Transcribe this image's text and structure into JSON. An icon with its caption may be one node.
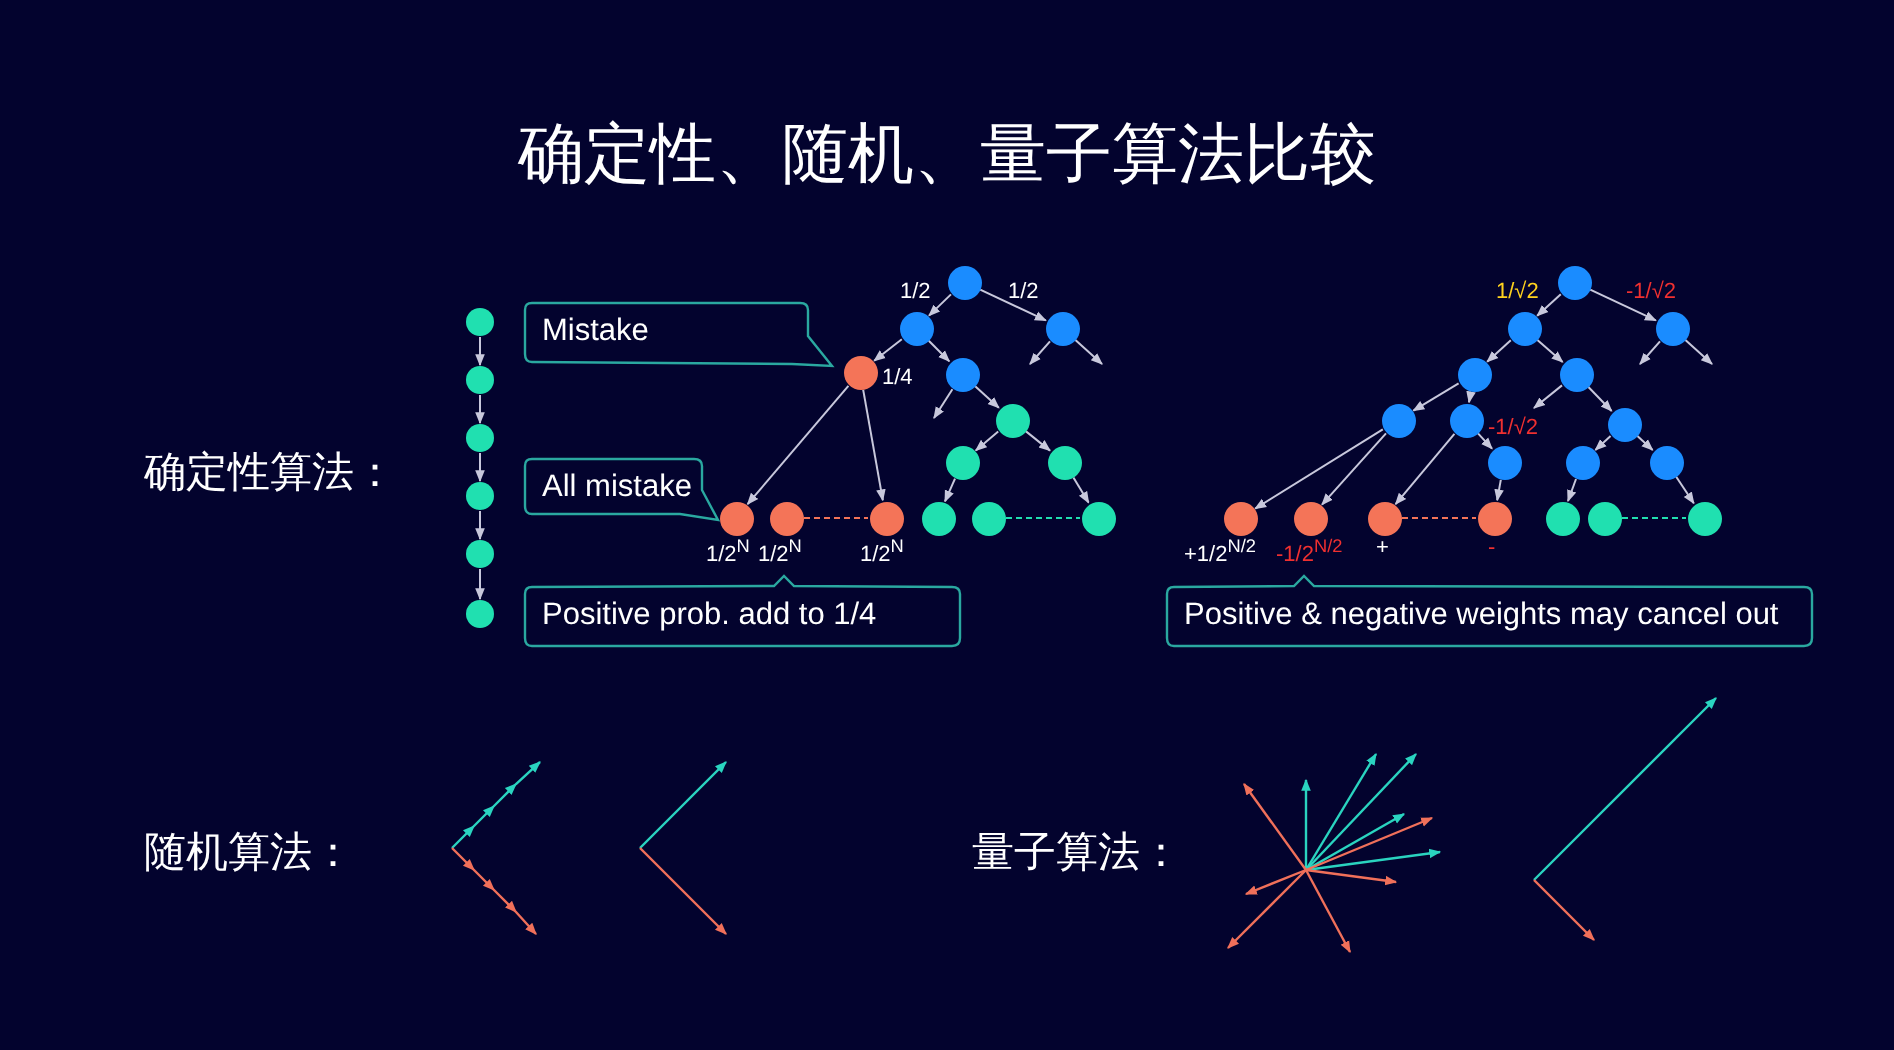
{
  "diagram": {
    "title": "确定性、随机、量子算法比较",
    "nodes": [
      {
        "text": [],
        "shape": "circle"
      },
      {
        "text": [],
        "shape": "circle"
      },
      {
        "text": [],
        "shape": "circle"
      },
      {
        "text": [],
        "shape": "circle"
      },
      {
        "text": [],
        "shape": "circle"
      },
      {
        "text": [],
        "shape": "circle"
      },
      {
        "text": [
          "Mistake"
        ]
      },
      {
        "text": [
          "All mistake"
        ]
      },
      {
        "text": [
          "Positive prob. add to 1/4"
        ]
      },
      {
        "text": [
          "Positive & negative weights may cancel out"
        ]
      },
      {
        "text": [],
        "shape": "circle"
      },
      {
        "text": [],
        "shape": "circle"
      },
      {
        "text": [],
        "shape": "circle"
      },
      {
        "text": [],
        "shape": "circle",
        "beside": [
          "1/4"
        ]
      },
      {
        "text": [],
        "shape": "circle"
      },
      {
        "text": [],
        "shape": "circle"
      },
      {
        "text": [],
        "shape": "circle"
      },
      {
        "text": [],
        "shape": "circle"
      },
      {
        "text": [],
        "shape": "circle",
        "beside": [
          "1/2$^{N}$"
        ]
      },
      {
        "text": [],
        "shape": "circle",
        "beside": [
          "1/2$^{N}$"
        ]
      },
      {
        "text": [],
        "shape": "circle",
        "beside": [
          "1/2$^{N}$"
        ]
      },
      {
        "text": [],
        "shape": "circle"
      },
      {
        "text": [],
        "shape": "circle"
      },
      {
        "text": [],
        "shape": "circle"
      },
      {
        "text": [],
        "shape": "circle"
      },
      {
        "text": [],
        "shape": "circle"
      },
      {
        "text": [],
        "shape": "circle"
      },
      {
        "text": [],
        "shape": "circle"
      },
      {
        "text": [],
        "shape": "circle"
      },
      {
        "text": [],
        "shape": "circle"
      },
      {
        "text": [],
        "shape": "circle"
      },
      {
        "text": [],
        "shape": "circle"
      },
      {
        "text": [],
        "shape": "circle"
      },
      {
        "text": [],
        "shape": "circle"
      },
      {
        "text": [],
        "shape": "circle"
      },
      {
        "text": [],
        "shape": "circle",
        "beside": [
          "+1/2$^{N/2}$"
        ]
      },
      {
        "text": [],
        "shape": "circle",
        "beside": [
          "-1/2$^{N/2}$"
        ]
      },
      {
        "text": [],
        "shape": "circle",
        "beside": [
          "+"
        ]
      },
      {
        "text": [],
        "shape": "circle",
        "beside": [
          "-"
        ]
      },
      {
        "text": [],
        "shape": "circle"
      },
      {
        "text": [],
        "shape": "circle"
      },
      {
        "text": [],
        "shape": "circle"
      }
    ],
    "edges": [
      {
        "from": 0,
        "to": 1,
        "arrow": "to"
      },
      {
        "from": 1,
        "to": 2,
        "arrow": "to"
      },
      {
        "from": 2,
        "to": 3,
        "arrow": "to"
      },
      {
        "from": 3,
        "to": 4,
        "arrow": "to"
      },
      {
        "from": 4,
        "to": 5,
        "arrow": "to"
      },
      {
        "from": 10,
        "to": 11,
        "arrow": "to",
        "label": "1/2"
      },
      {
        "from": 10,
        "to": 12,
        "arrow": "to",
        "label": "1/2"
      },
      {
        "from": 12,
        "to": null,
        "arrow": "to"
      },
      {
        "from": 12,
        "to": null,
        "arrow": "to"
      },
      {
        "from": 11,
        "to": 13,
        "arrow": "to"
      },
      {
        "from": 11,
        "to": 14,
        "arrow": "to"
      },
      {
        "from": 14,
        "to": null,
        "arrow": "to"
      },
      {
        "from": 14,
        "to": 15,
        "arrow": "to"
      },
      {
        "from": 13,
        "to": 18,
        "arrow": "to"
      },
      {
        "from": 13,
        "to": 20,
        "arrow": "to"
      },
      {
        "from": 15,
        "to": 16,
        "arrow": "to"
      },
      {
        "from": 15,
        "to": 17,
        "arrow": "to"
      },
      {
        "from": 16,
        "to": 21,
        "arrow": "to"
      },
      {
        "from": 17,
        "to": 23,
        "arrow": "to"
      },
      {
        "from": 19,
        "to": 20,
        "arrow": "none",
        "style": "dashed",
        "color": "#f47458"
      },
      {
        "from": 22,
        "to": 23,
        "arrow": "none",
        "style": "dashed",
        "color": "#20e0b0"
      },
      {
        "from": 24,
        "to": 25,
        "arrow": "to",
        "label": "1/√2"
      },
      {
        "from": 24,
        "to": 26,
        "arrow": "to",
        "label": "-1/√2"
      },
      {
        "from": 26,
        "to": null,
        "arrow": "to"
      },
      {
        "from": 26,
        "to": null,
        "arrow": "to"
      },
      {
        "from": 25,
        "to": 27,
        "arrow": "to"
      },
      {
        "from": 25,
        "to": 28,
        "arrow": "to"
      },
      {
        "from": 27,
        "to": 29,
        "arrow": "to"
      },
      {
        "from": 27,
        "to": 30,
        "arrow": "to"
      },
      {
        "from": 28,
        "to": null,
        "arrow": "to"
      },
      {
        "from": 28,
        "to": 31,
        "arrow": "to"
      },
      {
        "from": 29,
        "to": 35,
        "arrow": "to"
      },
      {
        "from": 29,
        "to": 36,
        "arrow": "to"
      },
      {
        "from": 30,
        "to": 37,
        "arrow": "to"
      },
      {
        "from": 30,
        "to": 32,
        "arrow": "to",
        "label": "-1/√2"
      },
      {
        "from": 32,
        "to": 38,
        "arrow": "to"
      },
      {
        "from": 31,
        "to": 33,
        "arrow": "to"
      },
      {
        "from": 31,
        "to": 34,
        "arrow": "to"
      },
      {
        "from": 33,
        "to": 39,
        "arrow": "to"
      },
      {
        "from": 34,
        "to": 41,
        "arrow": "to"
      },
      {
        "from": 37,
        "to": 38,
        "arrow": "none",
        "style": "dashed",
        "color": "#f47458"
      },
      {
        "from": 40,
        "to": 41,
        "arrow": "none",
        "style": "dashed",
        "color": "#20e0b0"
      }
    ],
    "labels": [
      "确定性算法：",
      "随机算法：",
      "量子算法："
    ]
  }
}
